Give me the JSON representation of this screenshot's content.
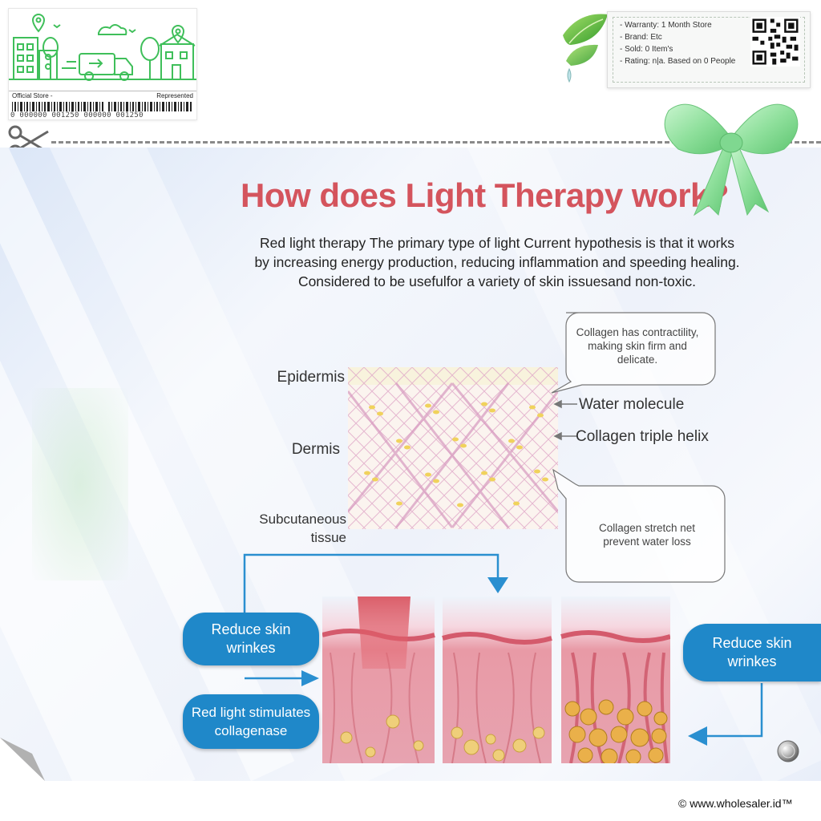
{
  "store_card": {
    "official_store": "Official Store -",
    "represented": "Represented",
    "barcode_number": "0 000000 001250   000000 001250"
  },
  "info_card": {
    "warranty": "- Warranty: 1 Month Store",
    "brand": "- Brand: Etc",
    "sold": "- Sold: 0 Item's",
    "rating": "- Rating: n|a. Based on 0 People"
  },
  "diagram": {
    "title": "How does Light Therapy work?",
    "description": [
      "Red light therapy The primary type of light Current hypothesis is that it works",
      "by increasing energy production, reducing inflammation and speeding healing.",
      "Considered to be usefulfor a variety of skin issuesand non-toxic."
    ],
    "layers": {
      "epidermis": "Epidermis",
      "dermis": "Dermis",
      "subcutaneous_1": "Subcutaneous",
      "subcutaneous_2": "tissue"
    },
    "annotations": {
      "water": "Water molecule",
      "collagen": "Collagen triple helix"
    },
    "callouts": {
      "top_1": "Collagen has contractility,",
      "top_2": "making skin firm and",
      "top_3": "delicate.",
      "bottom_1": "Collagen  stretch net",
      "bottom_2": "prevent water loss"
    },
    "flow": {
      "reduce_left_1": "Reduce skin",
      "reduce_left_2": "wrinkes",
      "stimulates_1": "Red light stimulates",
      "stimulates_2": "collagenase",
      "reduce_right_1": "Reduce skin",
      "reduce_right_2": "wrinkes"
    }
  },
  "footer": {
    "copyright": "© www.wholesaler.id™"
  },
  "colors": {
    "title_red": "#d4545d",
    "pill_blue": "#1f88c9",
    "arrow_blue": "#2a8fd0",
    "store_green": "#3fbf5a",
    "bow_green": "#9fe6a8"
  },
  "icons": [
    "scissors-icon",
    "leaf-icon",
    "bow-icon",
    "qr-code-icon",
    "truck-icon",
    "location-pin-icon"
  ]
}
